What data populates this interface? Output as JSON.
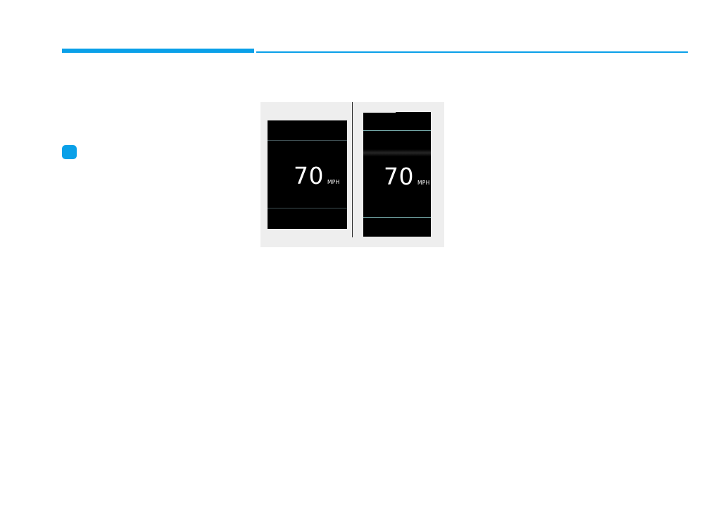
{
  "colors": {
    "accent": "#0aa0e8",
    "display_background": "#000000",
    "figure_background": "#eeeeee",
    "highlight_line": "#7fb8b8"
  },
  "section_marker": {
    "icon": "bullet-square-icon"
  },
  "figure": {
    "displays": [
      {
        "speed": "70",
        "unit": "MPH"
      },
      {
        "speed": "70",
        "unit": "MPH"
      }
    ]
  }
}
